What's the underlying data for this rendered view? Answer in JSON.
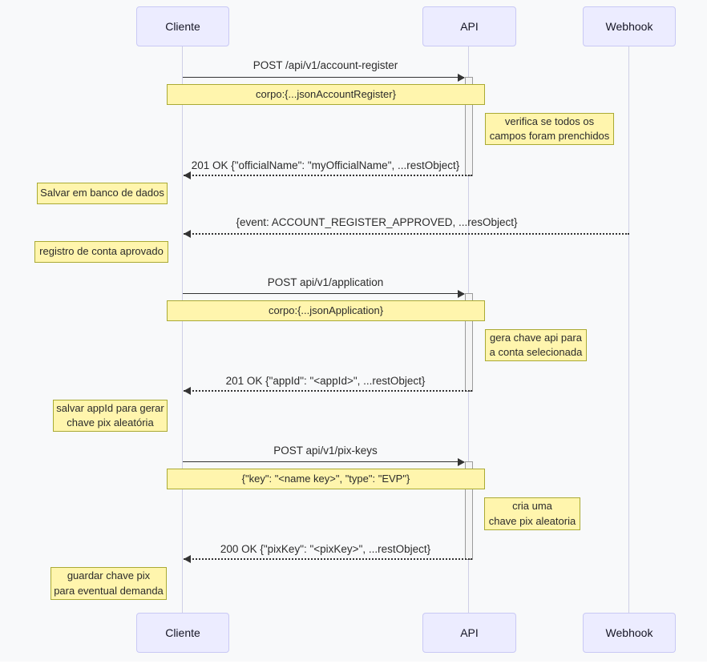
{
  "diagram": {
    "type": "sequence-diagram",
    "actors": [
      {
        "label": "Cliente"
      },
      {
        "label": "API"
      },
      {
        "label": "Webhook"
      }
    ],
    "messages": [
      {
        "text": "POST /api/v1/account-register",
        "from": "Cliente",
        "to": "API",
        "line": "solid"
      },
      {
        "text": "201 OK {\"officialName\": \"myOfficialName\", ...restObject}",
        "from": "API",
        "to": "Cliente",
        "line": "dotted"
      },
      {
        "text": "{event: ACCOUNT_REGISTER_APPROVED, ...resObject}",
        "from": "Webhook",
        "to": "Cliente",
        "line": "dotted"
      },
      {
        "text": "POST api/v1/application",
        "from": "Cliente",
        "to": "API",
        "line": "solid"
      },
      {
        "text": "201 OK {\"appId\": \"<appId>\", ...restObject}",
        "from": "API",
        "to": "Cliente",
        "line": "dotted"
      },
      {
        "text": "POST api/v1/pix-keys",
        "from": "Cliente",
        "to": "API",
        "line": "solid"
      },
      {
        "text": "200 OK {\"pixKey\": \"<pixKey>\", ...restObject}",
        "from": "API",
        "to": "Cliente",
        "line": "dotted"
      }
    ],
    "notes": [
      {
        "text": "corpo:{...jsonAccountRegister}",
        "placement": "over Cliente,API"
      },
      {
        "text": "verifica se todos os\ncampos foram prenchidos",
        "placement": "right of API"
      },
      {
        "text": "Salvar em banco de dados",
        "placement": "left of Cliente"
      },
      {
        "text": "registro de conta aprovado",
        "placement": "left of Cliente"
      },
      {
        "text": "corpo:{...jsonApplication}",
        "placement": "over Cliente,API"
      },
      {
        "text": "gera chave api para\na conta selecionada",
        "placement": "right of API"
      },
      {
        "text": "salvar appId para gerar\nchave pix aleatória",
        "placement": "left of Cliente"
      },
      {
        "text": "{\"key\": \"<name key>\", \"type\": \"EVP\"}",
        "placement": "over Cliente,API"
      },
      {
        "text": "cria uma\nchave pix aleatoria",
        "placement": "right of API"
      },
      {
        "text": "guardar chave pix\npara eventual demanda",
        "placement": "left of Cliente"
      }
    ],
    "colors": {
      "background": "#f8f9fa",
      "actor_fill": "#ECECFF",
      "actor_border": "#c9c9f5",
      "note_fill": "#fff5ad",
      "note_border": "#aaaa33",
      "activation_fill": "#f4f4f4",
      "activation_border": "#9b9b9b",
      "line": "#333333",
      "lifeline": "#cfcfe6"
    }
  }
}
